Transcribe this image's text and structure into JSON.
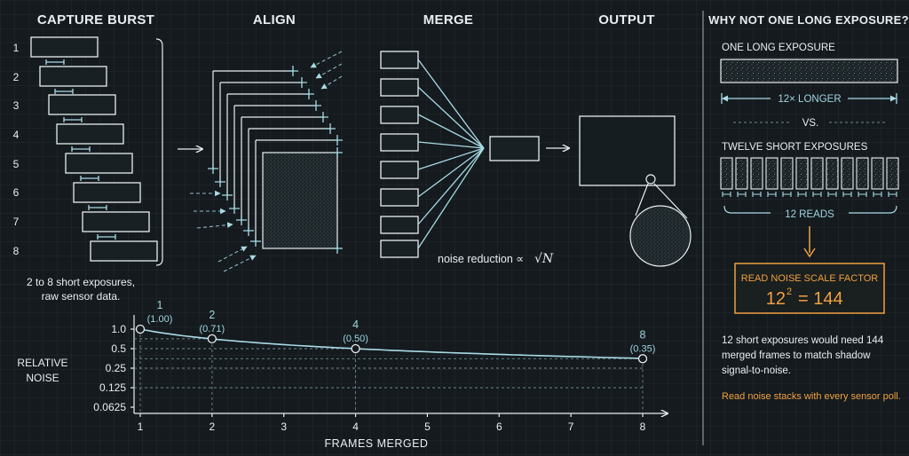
{
  "headers": {
    "capture": "CAPTURE BURST",
    "align": "ALIGN",
    "merge": "MERGE",
    "output": "OUTPUT",
    "why": "WHY NOT ONE LONG EXPOSURE?"
  },
  "capture": {
    "frame_labels": [
      "1",
      "2",
      "3",
      "4",
      "5",
      "6",
      "7",
      "8"
    ],
    "caption_line1": "2 to 8 short exposures,",
    "caption_line2": "raw sensor data."
  },
  "merge": {
    "formula_prefix": "noise reduction ∝",
    "formula_sqrt": "√N"
  },
  "sidebar": {
    "long_label": "ONE LONG EXPOSURE",
    "longer_label": "12× LONGER",
    "vs_label": "VS.",
    "short_label": "TWELVE SHORT EXPOSURES",
    "reads_label": "12 READS",
    "factor_title": "READ NOISE SCALE FACTOR",
    "factor_base": "12",
    "factor_exp": "2",
    "factor_result": "= 144",
    "explain_line1": "12 short exposures would need 144",
    "explain_line2": "merged frames to match shadow",
    "explain_line3": "signal-to-noise.",
    "note": "Read noise stacks with every sensor poll.",
    "accent_color": "#f0a040"
  },
  "chart_data": {
    "type": "line",
    "xlabel": "FRAMES MERGED",
    "ylabel_line1": "RELATIVE",
    "ylabel_line2": "NOISE",
    "x_ticks": [
      "1",
      "2",
      "3",
      "4",
      "5",
      "6",
      "7",
      "8"
    ],
    "y_ticks": [
      "1.0",
      "0.5",
      "0.25",
      "0.125",
      "0.0625"
    ],
    "y_scale": "log2",
    "points": [
      {
        "x": 1,
        "y": 1.0,
        "label": "1",
        "value_label": "(1.00)"
      },
      {
        "x": 2,
        "y": 0.71,
        "label": "2",
        "value_label": "(0.71)"
      },
      {
        "x": 4,
        "y": 0.5,
        "label": "4",
        "value_label": "(0.50)"
      },
      {
        "x": 8,
        "y": 0.35,
        "label": "8",
        "value_label": "(0.35)"
      }
    ]
  }
}
